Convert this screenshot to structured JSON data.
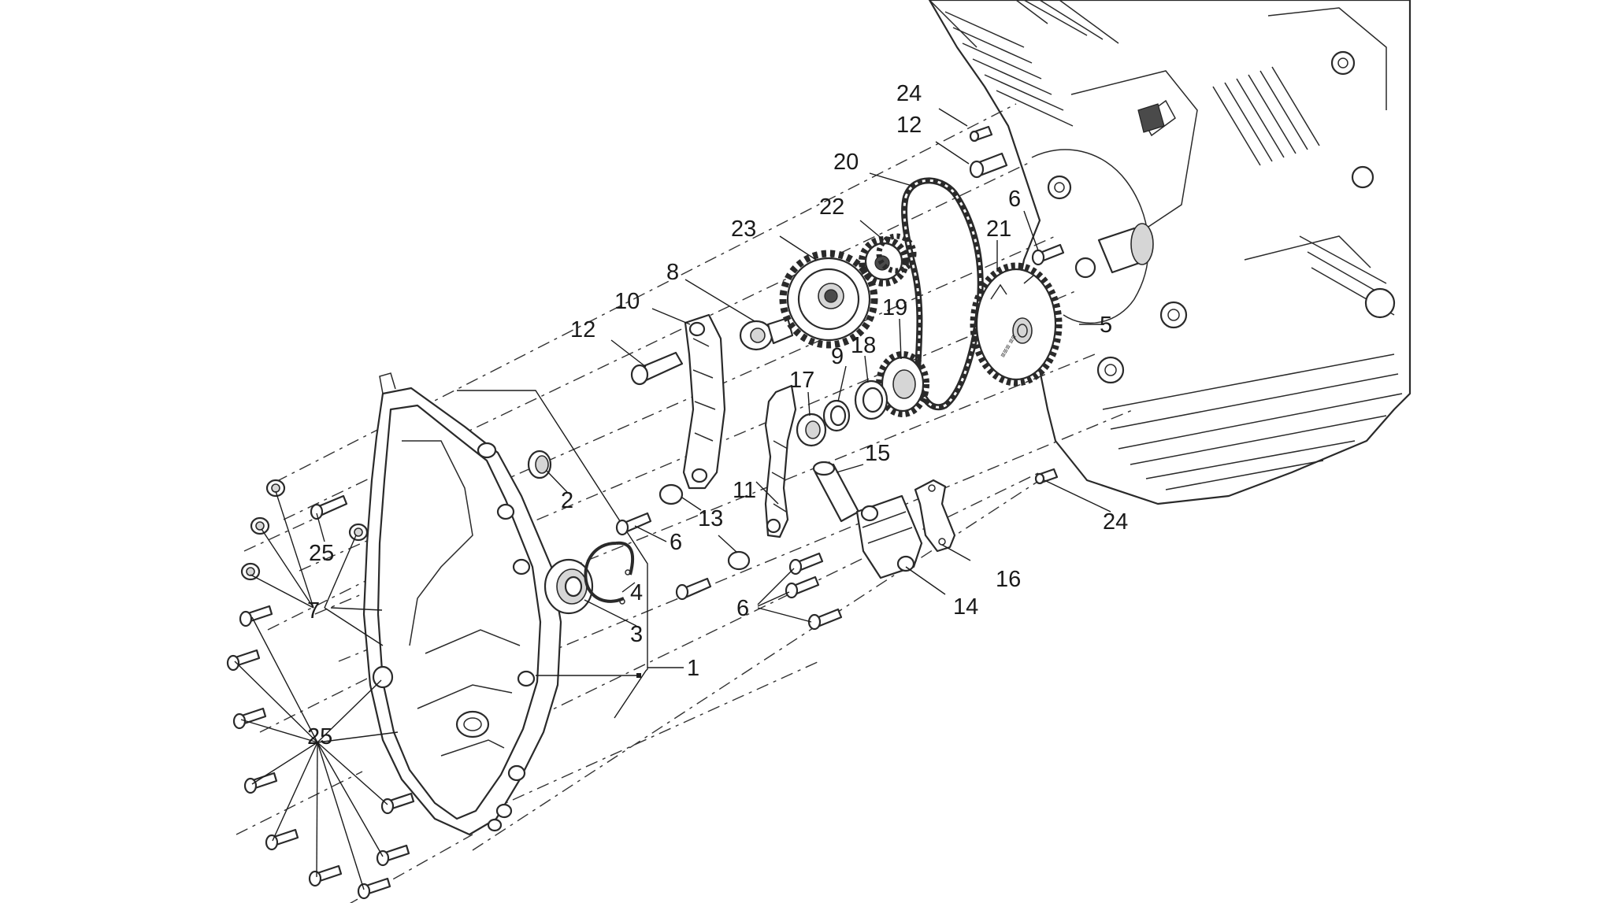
{
  "diagram": {
    "labels": [
      {
        "id": "l24a",
        "text": "24"
      },
      {
        "id": "l12a",
        "text": "12"
      },
      {
        "id": "l20",
        "text": "20"
      },
      {
        "id": "l22",
        "text": "22"
      },
      {
        "id": "l6a",
        "text": "6"
      },
      {
        "id": "l23",
        "text": "23"
      },
      {
        "id": "l21",
        "text": "21"
      },
      {
        "id": "l8",
        "text": "8"
      },
      {
        "id": "l10",
        "text": "10"
      },
      {
        "id": "l12b",
        "text": "12"
      },
      {
        "id": "l19",
        "text": "19"
      },
      {
        "id": "l5",
        "text": "5"
      },
      {
        "id": "l9",
        "text": "9"
      },
      {
        "id": "l18",
        "text": "18"
      },
      {
        "id": "l17",
        "text": "17"
      },
      {
        "id": "l15",
        "text": "15"
      },
      {
        "id": "l2",
        "text": "2"
      },
      {
        "id": "l11",
        "text": "11"
      },
      {
        "id": "l13",
        "text": "13"
      },
      {
        "id": "l6b",
        "text": "6"
      },
      {
        "id": "l24b",
        "text": "24"
      },
      {
        "id": "l25a",
        "text": "25"
      },
      {
        "id": "l16",
        "text": "16"
      },
      {
        "id": "l4",
        "text": "4"
      },
      {
        "id": "l7",
        "text": "7"
      },
      {
        "id": "l6c",
        "text": "6"
      },
      {
        "id": "l14",
        "text": "14"
      },
      {
        "id": "l3",
        "text": "3"
      },
      {
        "id": "l1",
        "text": "1"
      },
      {
        "id": "l25b",
        "text": "25"
      }
    ]
  }
}
